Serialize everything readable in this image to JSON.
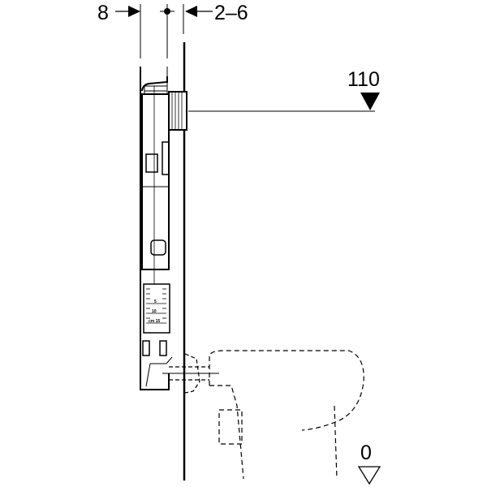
{
  "dimensions": {
    "frame_depth": "8",
    "wall_gap": "2–6",
    "flush_height": "110",
    "floor_level": "0"
  },
  "scale_labels": [
    "5",
    "10",
    "cm 15"
  ],
  "colors": {
    "line": "#000000",
    "background": "#ffffff"
  }
}
